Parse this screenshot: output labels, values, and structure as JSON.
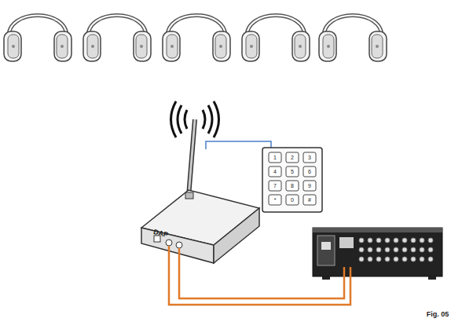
{
  "diagram": {
    "labels": [
      "DAP",
      "1",
      "2",
      "3",
      "4",
      "5",
      "6",
      "7",
      "8",
      "9",
      "*",
      "0",
      "#",
      "Fig. 05"
    ]
  }
}
